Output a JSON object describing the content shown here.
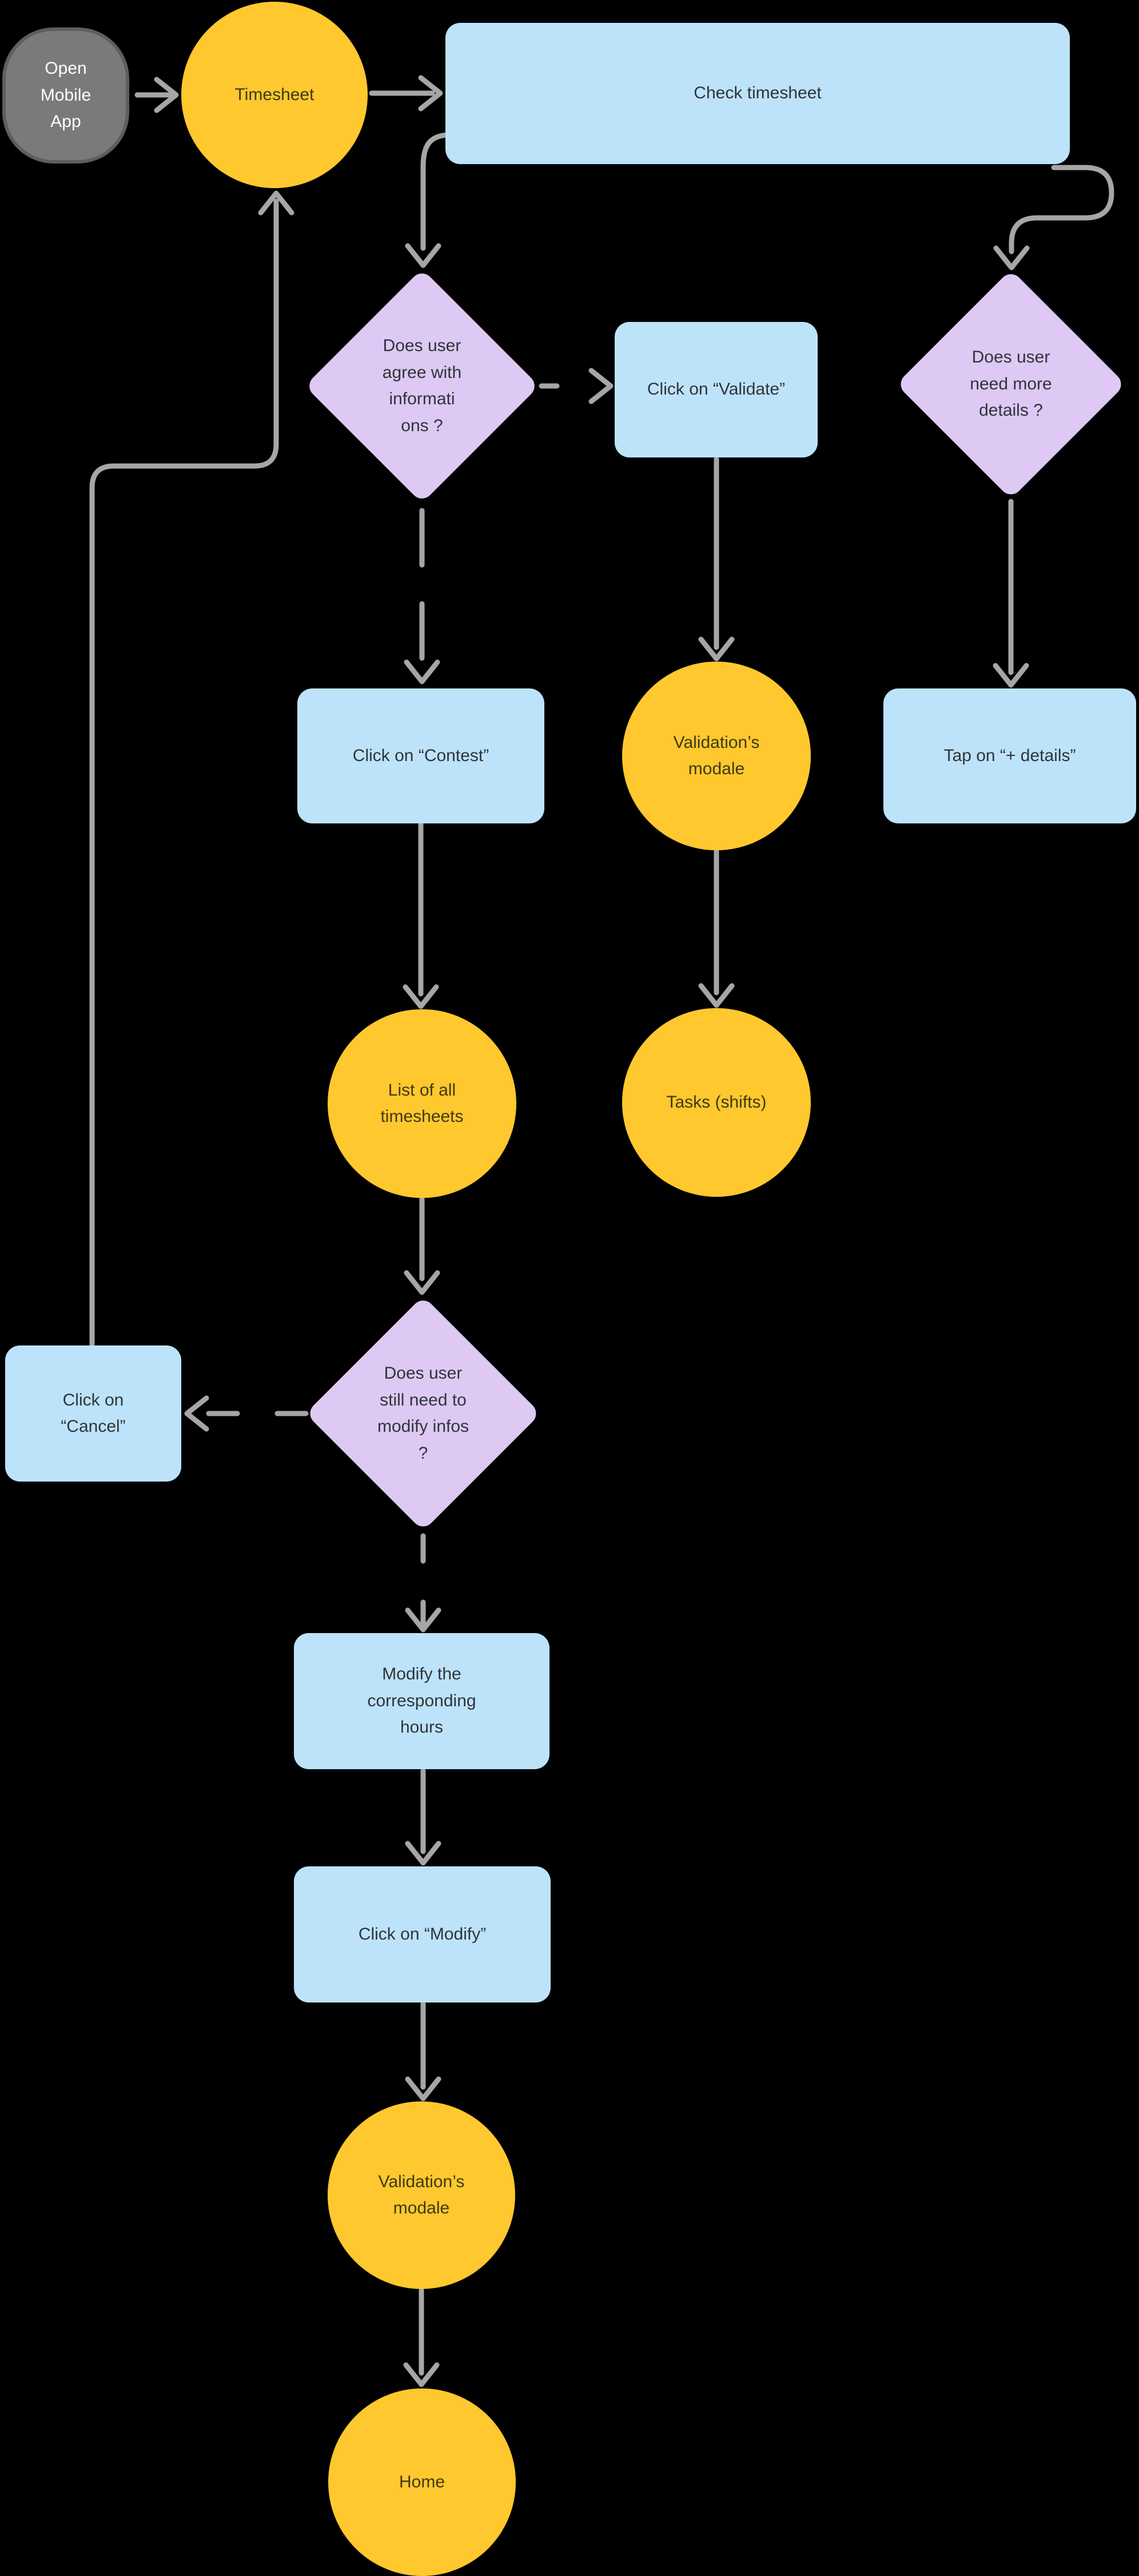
{
  "diagram": {
    "type": "flowchart",
    "tool_hint": "user-flow diagram on dark canvas"
  },
  "colors": {
    "background": "#000000",
    "node_yellow": "#FFC82E",
    "node_blue": "#BDE3FB",
    "node_purple": "#DDC9F4",
    "node_gray": "#7A7A7A",
    "node_gray_border": "#5E5E5E",
    "connector": "#A6A6A6",
    "text_dark": "#2F3439",
    "text_on_yellow": "#3F3913",
    "text_light": "#FFFFFF"
  },
  "nodes": {
    "open_app": {
      "label": "Open\nMobile\nApp",
      "shape": "terminator"
    },
    "timesheet": {
      "label": "Timesheet",
      "shape": "circle"
    },
    "check_timesheet": {
      "label": "Check timesheet",
      "shape": "rect"
    },
    "agree": {
      "label": "Does user\nagree with\ninformati\nons ?",
      "shape": "diamond"
    },
    "click_validate": {
      "label": "Click on “Validate”",
      "shape": "rect"
    },
    "need_details": {
      "label": "Does user\nneed more\ndetails ?",
      "shape": "diamond"
    },
    "click_contest": {
      "label": "Click on “Contest”",
      "shape": "rect"
    },
    "validation_modale_1": {
      "label": "Validation’s\nmodale",
      "shape": "circle"
    },
    "tap_details": {
      "label": "Tap on “+ details”",
      "shape": "rect"
    },
    "list_timesheets": {
      "label": "List of all\ntimesheets",
      "shape": "circle"
    },
    "tasks": {
      "label": "Tasks (shifts)",
      "shape": "circle"
    },
    "still_modify": {
      "label": "Does user\nstill need to\nmodify infos\n?",
      "shape": "diamond"
    },
    "click_cancel": {
      "label": "Click on\n“Cancel”",
      "shape": "rect"
    },
    "modify_hours": {
      "label": "Modify the\ncorresponding\nhours",
      "shape": "rect"
    },
    "click_modify": {
      "label": "Click on “Modify”",
      "shape": "rect"
    },
    "validation_modale_2": {
      "label": "Validation’s\nmodale",
      "shape": "circle"
    },
    "home": {
      "label": "Home",
      "shape": "circle"
    }
  },
  "edges": [
    {
      "from": "open_app",
      "to": "timesheet",
      "style": "solid"
    },
    {
      "from": "timesheet",
      "to": "check_timesheet",
      "style": "solid"
    },
    {
      "from": "check_timesheet",
      "to": "agree",
      "style": "solid"
    },
    {
      "from": "check_timesheet",
      "to": "need_details",
      "style": "solid"
    },
    {
      "from": "agree",
      "to": "click_validate",
      "style": "dashed"
    },
    {
      "from": "agree",
      "to": "click_contest",
      "style": "dashed"
    },
    {
      "from": "click_validate",
      "to": "validation_modale_1",
      "style": "solid"
    },
    {
      "from": "need_details",
      "to": "tap_details",
      "style": "solid"
    },
    {
      "from": "click_contest",
      "to": "list_timesheets",
      "style": "solid"
    },
    {
      "from": "validation_modale_1",
      "to": "tasks",
      "style": "solid"
    },
    {
      "from": "list_timesheets",
      "to": "still_modify",
      "style": "solid"
    },
    {
      "from": "still_modify",
      "to": "click_cancel",
      "style": "dashed"
    },
    {
      "from": "still_modify",
      "to": "modify_hours",
      "style": "dashed"
    },
    {
      "from": "click_cancel",
      "to": "timesheet",
      "style": "solid"
    },
    {
      "from": "modify_hours",
      "to": "click_modify",
      "style": "solid"
    },
    {
      "from": "click_modify",
      "to": "validation_modale_2",
      "style": "solid"
    },
    {
      "from": "validation_modale_2",
      "to": "home",
      "style": "solid"
    }
  ]
}
